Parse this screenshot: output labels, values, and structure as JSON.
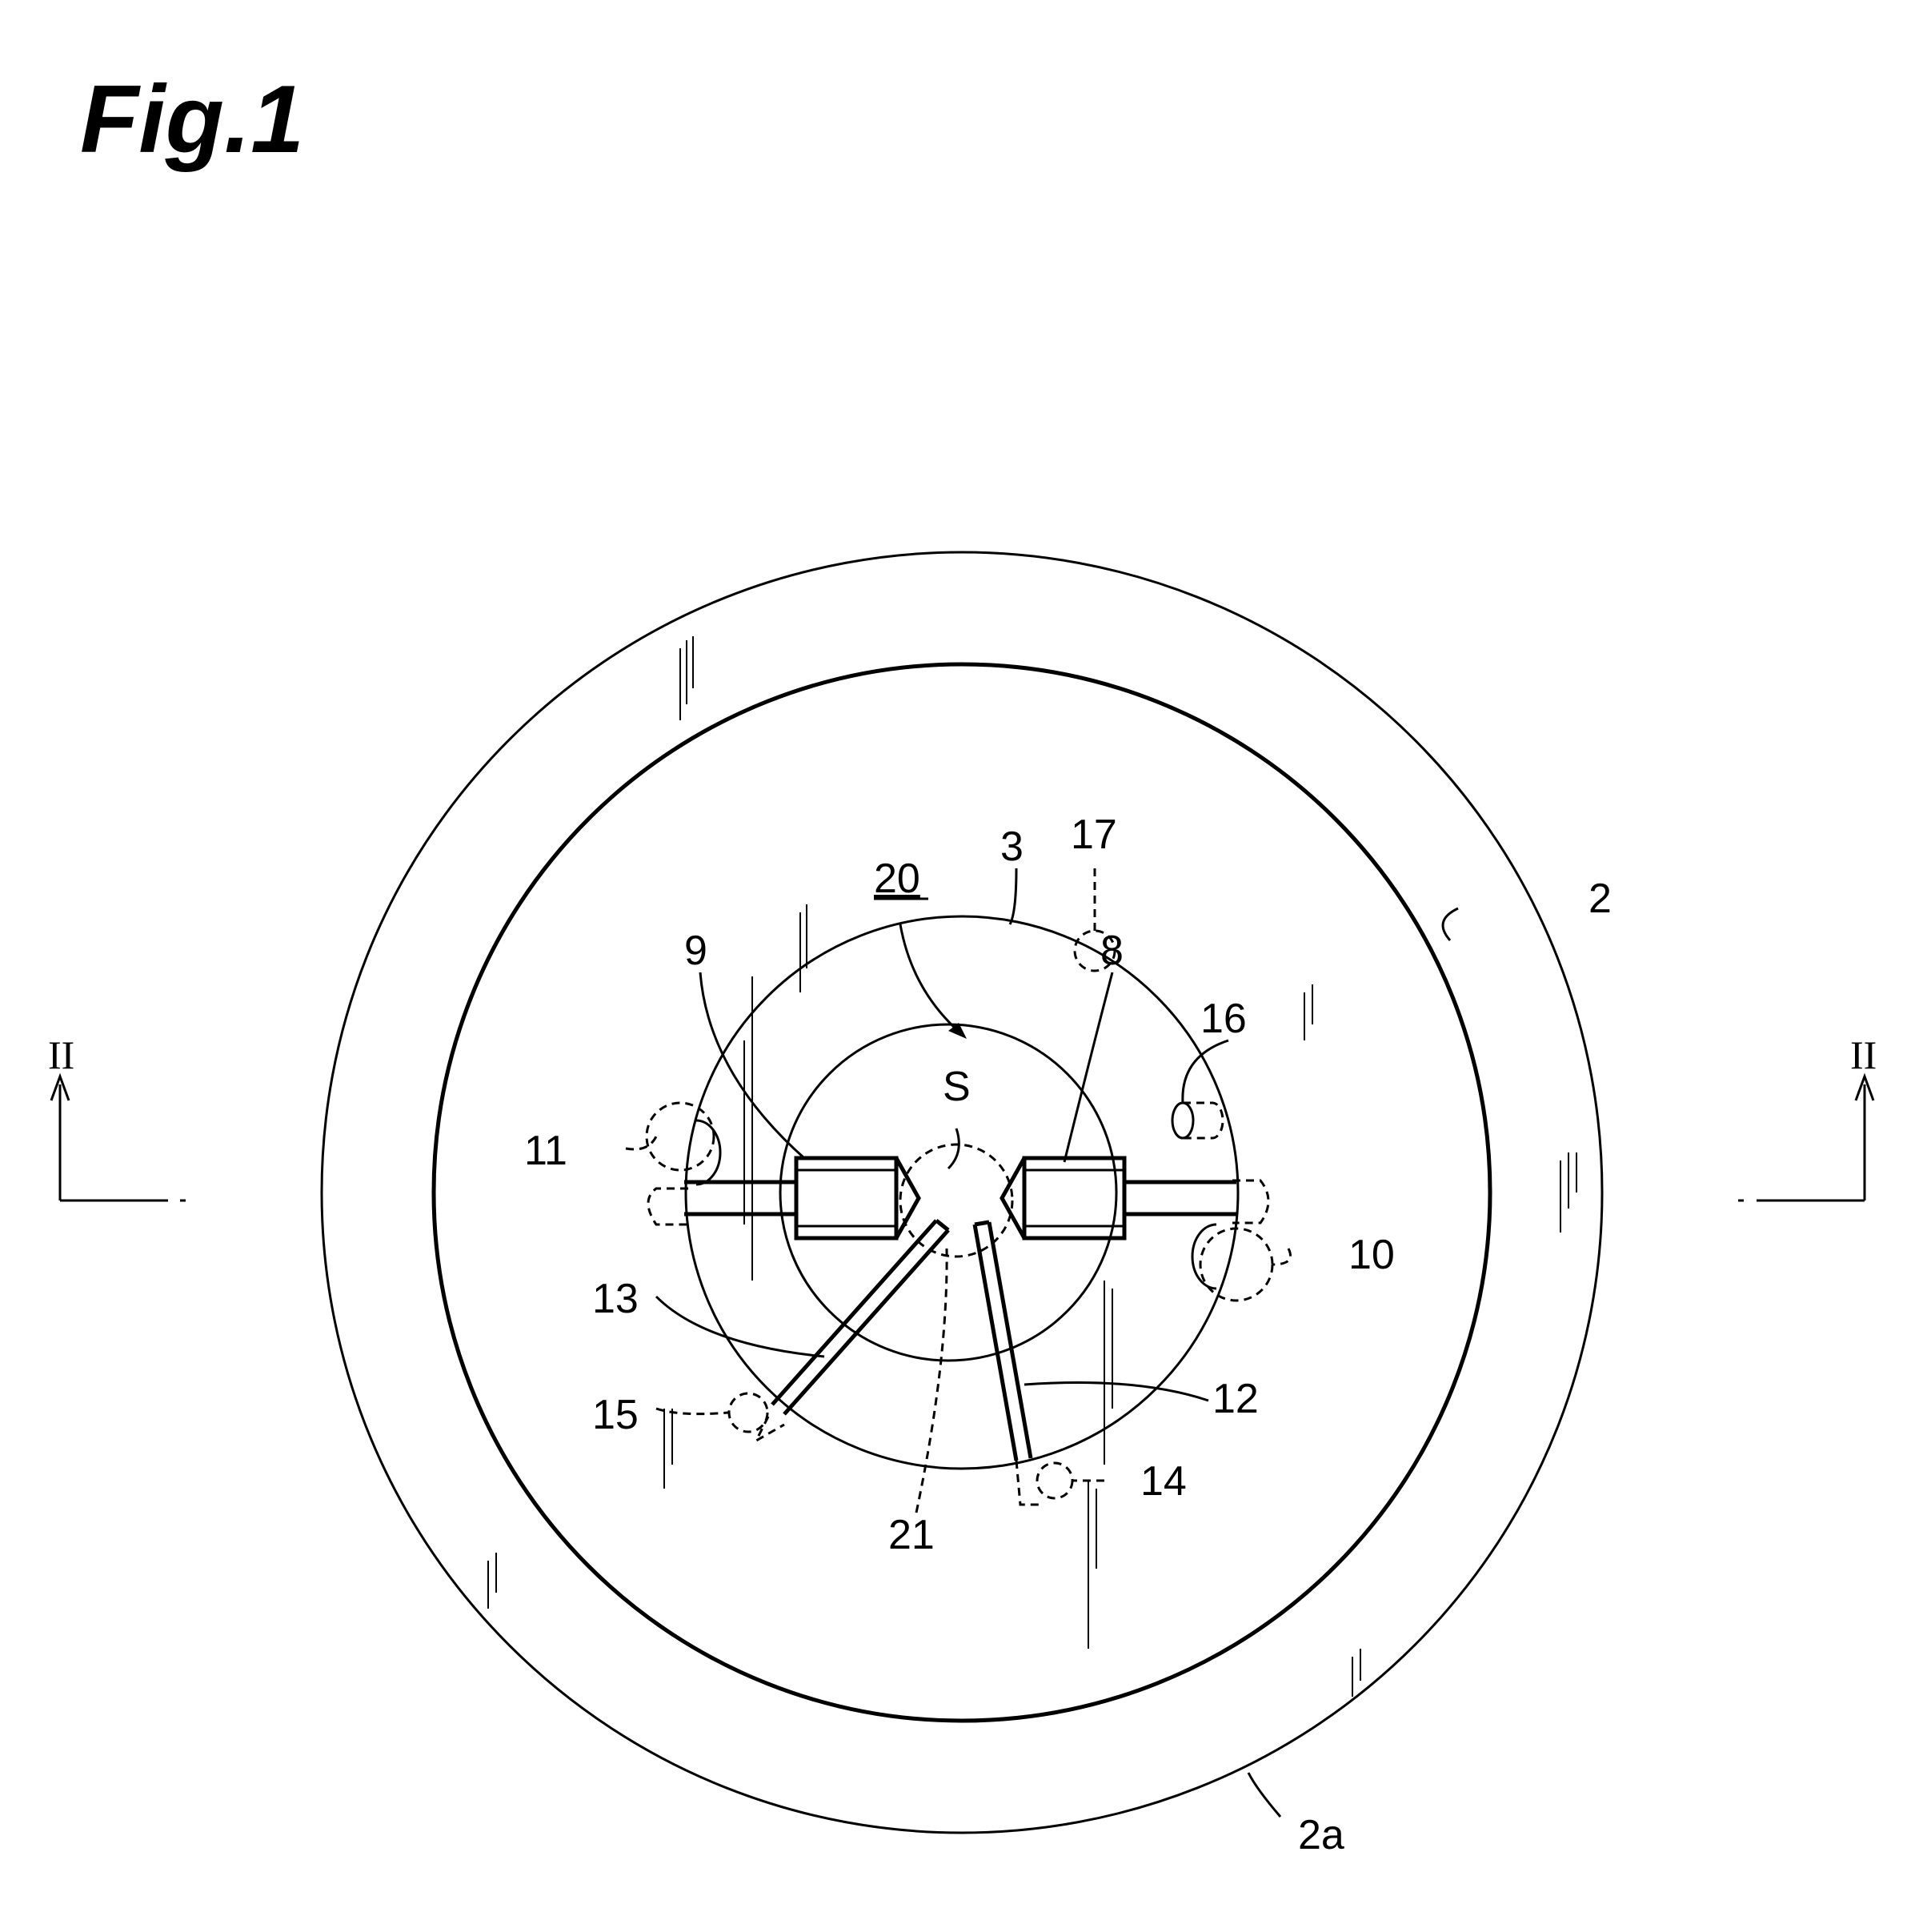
{
  "figure": {
    "title": "Fig.1",
    "section_label": "II",
    "labels": {
      "outer_vessel": "2",
      "vessel_edge": "2a",
      "plate": "3",
      "chamber": "20",
      "right_electrode": "8",
      "left_electrode": "9",
      "right_port": "10",
      "left_port": "11",
      "right_rod": "12",
      "left_rod": "13",
      "right_rod_port": "14",
      "left_rod_port": "15",
      "small_port_right": "16",
      "small_port_top": "17",
      "center_region": "21",
      "spark_gap": "S"
    }
  }
}
